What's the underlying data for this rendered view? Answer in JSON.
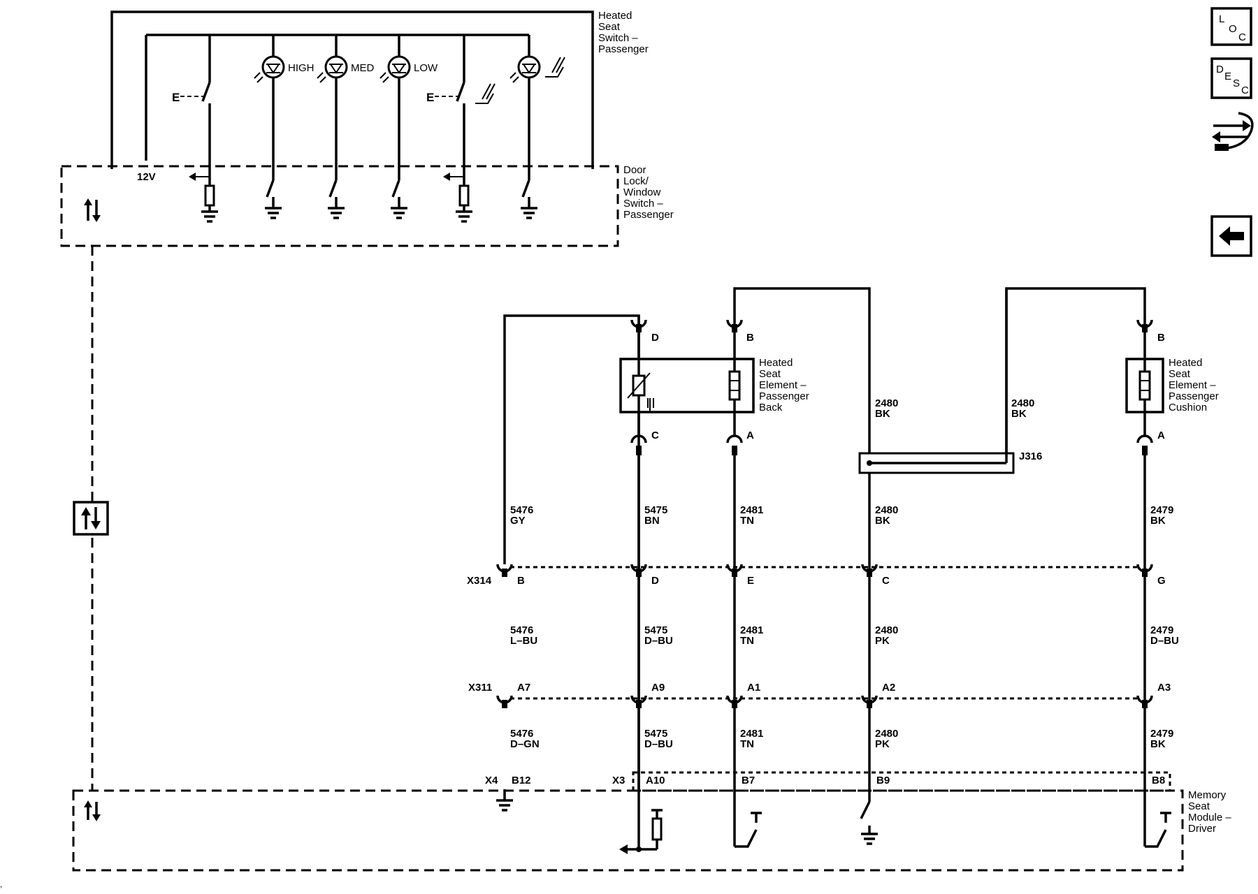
{
  "components": {
    "heated_seat_switch": [
      "Heated",
      "Seat",
      "Switch –",
      "Passenger"
    ],
    "door_lock_switch": [
      "Door",
      "Lock/",
      "Window",
      "Switch –",
      "Passenger"
    ],
    "heated_back": [
      "Heated",
      "Seat",
      "Element –",
      "Passenger",
      "Back"
    ],
    "heated_cushion": [
      "Heated",
      "Seat",
      "Element –",
      "Passenger",
      "Cushion"
    ],
    "memory_module": [
      "Memory",
      "Seat",
      "Module –",
      "Driver"
    ]
  },
  "switch_labels": {
    "high": "HIGH",
    "med": "MED",
    "low": "LOW",
    "enable": "E",
    "voltage": "12V"
  },
  "pins_top": {
    "d": "D",
    "b1": "B",
    "c": "C",
    "a1": "A",
    "b2": "B",
    "a2": "A"
  },
  "splice": "J316",
  "connectors": {
    "x314": "X314",
    "x314_pins": [
      "B",
      "D",
      "E",
      "C",
      "G"
    ],
    "x311": "X311",
    "x311_pins": [
      "A7",
      "A9",
      "A1",
      "A2",
      "A3"
    ],
    "x4": "X4",
    "x3": "X3",
    "module_pins": [
      "B12",
      "A10",
      "B7",
      "B9",
      "B8"
    ]
  },
  "wires": {
    "w2480_top_a": [
      "2480",
      "BK"
    ],
    "w2480_top_b": [
      "2480",
      "BK"
    ],
    "row1": [
      [
        "5476",
        "GY"
      ],
      [
        "5475",
        "BN"
      ],
      [
        "2481",
        "TN"
      ],
      [
        "2480",
        "BK"
      ],
      [
        "2479",
        "BK"
      ]
    ],
    "row2": [
      [
        "5476",
        "L–BU"
      ],
      [
        "5475",
        "D–BU"
      ],
      [
        "2481",
        "TN"
      ],
      [
        "2480",
        "PK"
      ],
      [
        "2479",
        "D–BU"
      ]
    ],
    "row3": [
      [
        "5476",
        "D–GN"
      ],
      [
        "5475",
        "D–BU"
      ],
      [
        "2481",
        "TN"
      ],
      [
        "2480",
        "PK"
      ],
      [
        "2479",
        "BK"
      ]
    ]
  },
  "nav": {
    "loc": [
      "L",
      "O",
      "C"
    ],
    "desc": [
      "D",
      "E",
      "S",
      "C"
    ],
    "connector_icon": "connector-end-view-icon",
    "back_icon": "back-arrow-icon"
  }
}
